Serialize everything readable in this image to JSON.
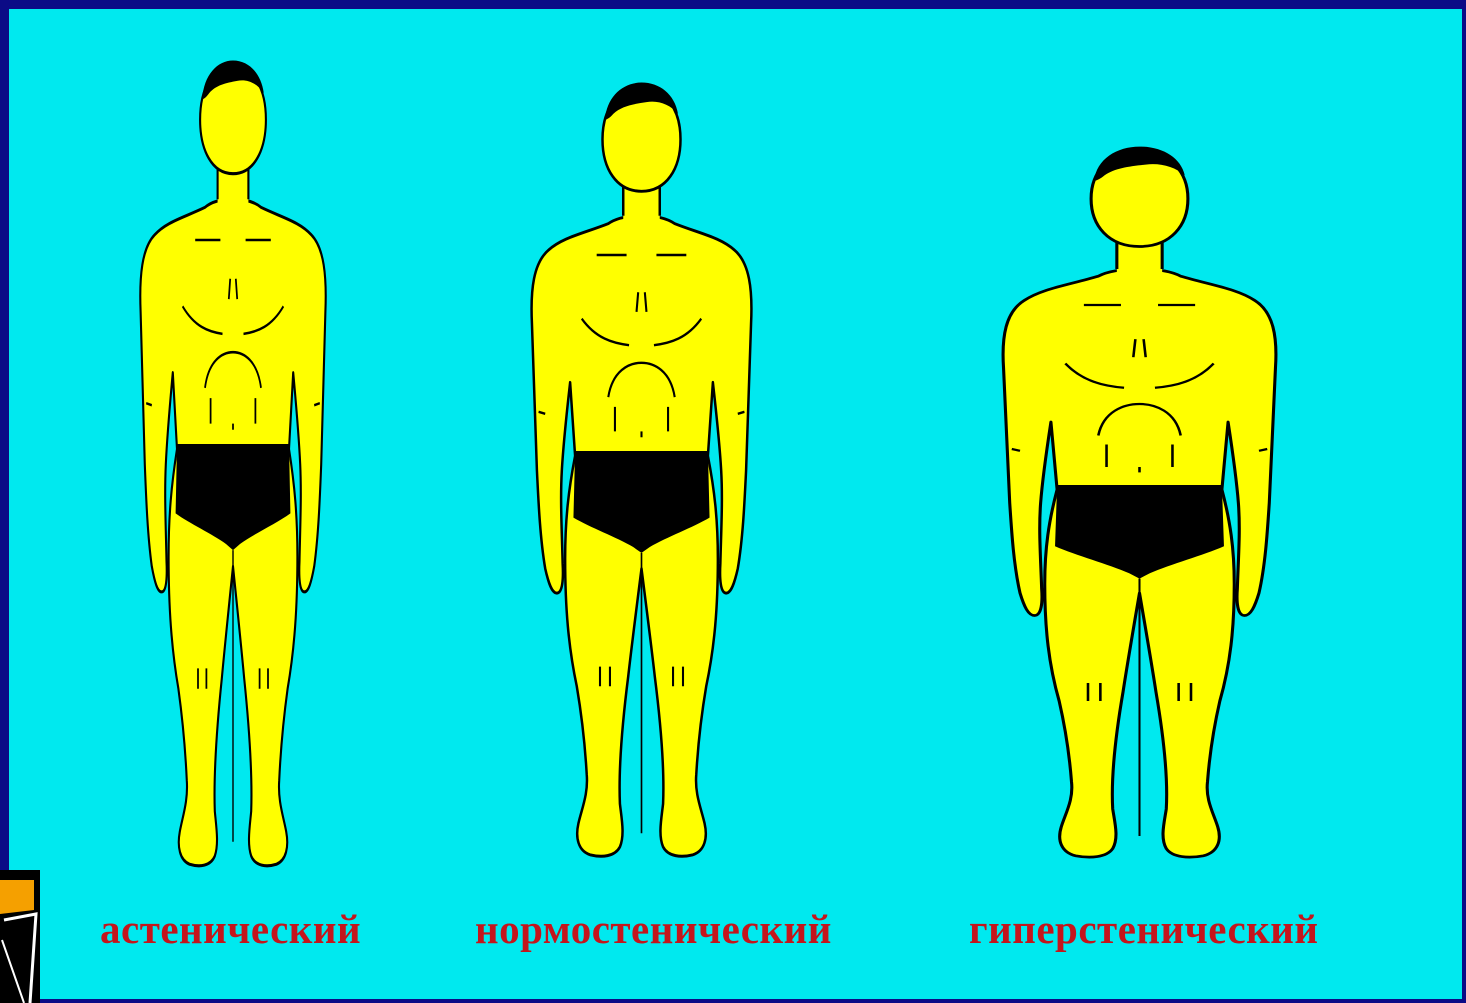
{
  "labels": {
    "asthenic": "астенический",
    "normosthenic": "нормостенический",
    "hypersthenic": "гиперстенический"
  },
  "colors": {
    "background": "#00e9ef",
    "frame": "#0b0b86",
    "body": "#ffff00",
    "outline": "#000000",
    "trunks": "#000000",
    "label": "#c4151c"
  }
}
